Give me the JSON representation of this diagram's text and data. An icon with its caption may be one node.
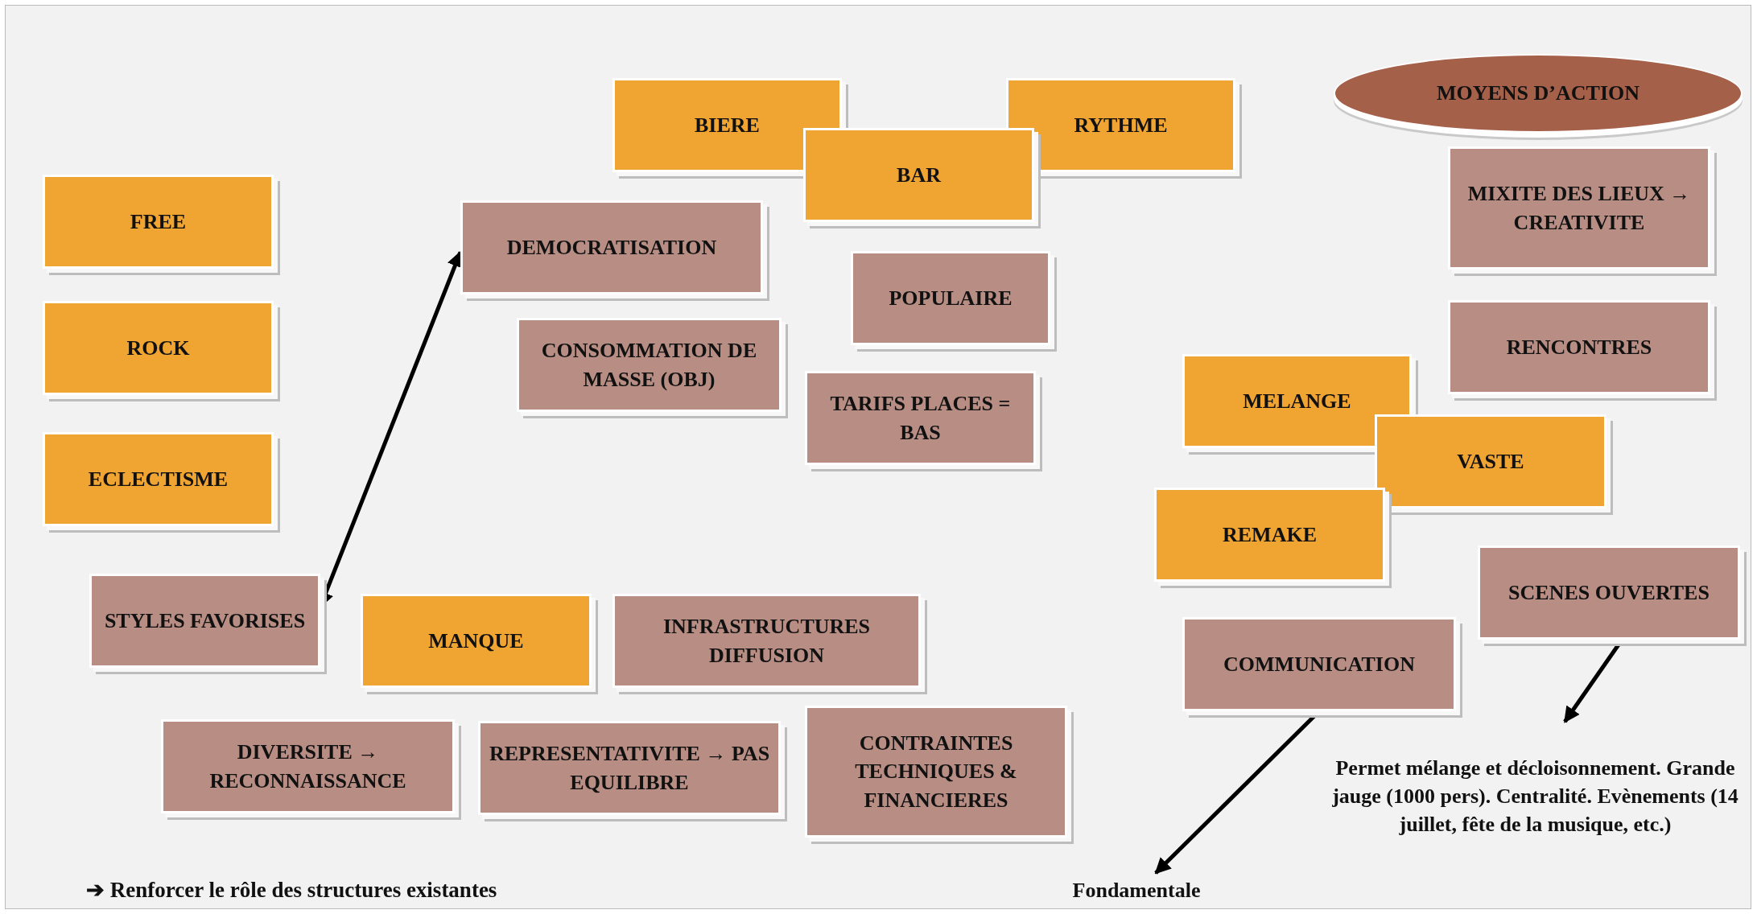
{
  "diagram": {
    "nodes": [
      {
        "text": [
          "FREE"
        ]
      },
      {
        "text": [
          "ROCK"
        ]
      },
      {
        "text": [
          "ECLECTISME"
        ]
      },
      {
        "text": [
          "BIERE"
        ]
      },
      {
        "text": [
          "RYTHME"
        ]
      },
      {
        "text": [
          "BAR"
        ]
      },
      {
        "text": [
          "DEMOCRATISATION"
        ]
      },
      {
        "text": [
          "POPULAIRE"
        ]
      },
      {
        "text": [
          "CONSOMMATION DE MASSE (OBJ)"
        ]
      },
      {
        "text": [
          "TARIFS PLACES = BAS"
        ]
      },
      {
        "text": [
          "MOYENS D’ACTION"
        ]
      },
      {
        "text": [
          "MIXITE DES LIEUX → CREATIVITE"
        ]
      },
      {
        "text": [
          "RENCONTRES"
        ]
      },
      {
        "text": [
          "MELANGE"
        ]
      },
      {
        "text": [
          "VASTE"
        ]
      },
      {
        "text": [
          "REMAKE"
        ]
      },
      {
        "text": [
          "SCENES OUVERTES"
        ]
      },
      {
        "text": [
          "STYLES FAVORISES"
        ]
      },
      {
        "text": [
          "MANQUE"
        ]
      },
      {
        "text": [
          "INFRASTRUCTURES DIFFUSION"
        ]
      },
      {
        "text": [
          "COMMUNICATION"
        ]
      },
      {
        "text": [
          "DIVERSITE → RECONNAISSANCE"
        ]
      },
      {
        "text": [
          "REPRESENTATIVITE → PAS EQUILIBRE"
        ]
      },
      {
        "text": [
          "CONTRAINTES TECHNIQUES & FINANCIERES"
        ]
      },
      {
        "text": [
          "Permet mélange et décloisonnement. Grande jauge (1000 pers). Centralité. Evènements (14 juillet, fête de la musique, etc.)"
        ]
      },
      {
        "text": [
          "Fondamentale"
        ]
      }
    ],
    "edges": [
      {
        "from": 17,
        "to": 6,
        "arrow": "both"
      },
      {
        "from": 16,
        "to": 24,
        "arrow": "to"
      },
      {
        "from": 20,
        "to": 25,
        "arrow": "to"
      }
    ],
    "labels": [
      "➔ Renforcer le rôle des structures existantes"
    ]
  }
}
